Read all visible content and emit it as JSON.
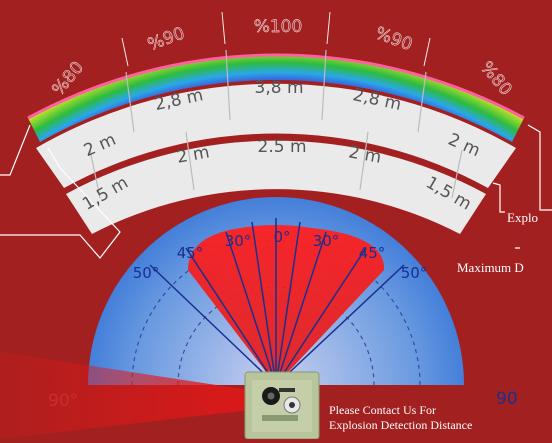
{
  "arc_bands": {
    "percent": [
      "%80",
      "%90",
      "%100",
      "%90",
      "%80"
    ],
    "mid_distance": [
      "2,8 m",
      "3,8 m",
      "2,8 m"
    ],
    "mid_edge_distance": [
      "2 m",
      "2 m"
    ],
    "low_distance": [
      "1,5 m",
      "2 m",
      "2.5 m",
      "2 m",
      "1,5 m"
    ]
  },
  "angles": {
    "left": [
      "50°",
      "45°",
      "30°"
    ],
    "center": "0°",
    "right": [
      "30°",
      "45°",
      "50°"
    ],
    "side_left": "90°",
    "side_right": "90"
  },
  "callouts": {
    "explosion_label": "Explo",
    "maximum_label": "Maximum D"
  },
  "contact_note": {
    "line1": "Please Contact Us For",
    "line2": "Explosion Detection Distance"
  },
  "colors": {
    "background": "#a32020",
    "band_fill": "#e8e8e8",
    "detection_blue": "#5a8fd8",
    "detection_red": "#e02020"
  }
}
